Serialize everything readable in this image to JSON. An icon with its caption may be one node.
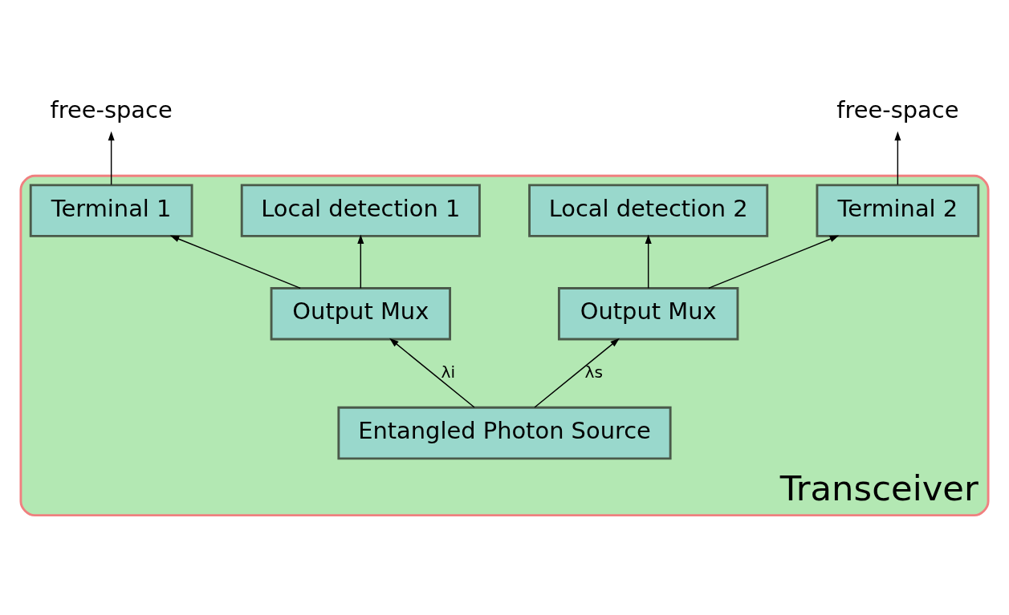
{
  "diagram": {
    "nodes": [
      {
        "text": [
          "Transceiver"
        ]
      },
      {
        "text": [
          "Terminal 1"
        ],
        "in": 0
      },
      {
        "text": [
          "Output Mux"
        ],
        "in": 0
      },
      {
        "text": [
          "Local detection 1"
        ],
        "in": 0
      },
      {
        "text": [
          "Entangled Photon Source"
        ],
        "in": 0
      },
      {
        "text": [
          "Output Mux"
        ],
        "in": 0
      },
      {
        "text": [
          "Local detection 2"
        ],
        "in": 0
      },
      {
        "text": [
          "Terminal 2"
        ],
        "in": 0
      },
      {
        "text": [
          "free-space"
        ]
      },
      {
        "text": [
          "free-space"
        ]
      }
    ],
    "edges": [
      {
        "from": 1,
        "to": 8,
        "arrow": "to"
      },
      {
        "from": 2,
        "to": 1,
        "arrow": "to"
      },
      {
        "from": 2,
        "to": 3,
        "arrow": "to"
      },
      {
        "from": 4,
        "to": 2,
        "arrow": "to",
        "label": "λi"
      },
      {
        "from": 4,
        "to": 5,
        "arrow": "to",
        "label": "λs"
      },
      {
        "from": 5,
        "to": 6,
        "arrow": "to"
      },
      {
        "from": 5,
        "to": 7,
        "arrow": "to"
      },
      {
        "from": 7,
        "to": 9,
        "arrow": "to"
      }
    ]
  }
}
